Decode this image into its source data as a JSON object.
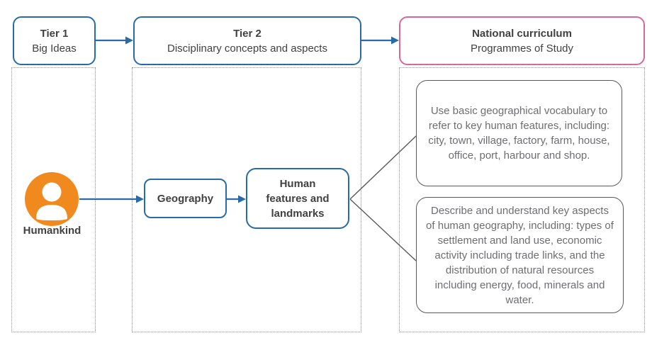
{
  "colors": {
    "blue": "#2a6ba6",
    "pink": "#d4699d",
    "orange": "#f0891e",
    "gray_border": "#58595b",
    "gray_text": "#6d6e71",
    "dark_text": "#414042"
  },
  "header": {
    "tier1": {
      "title": "Tier 1",
      "subtitle": "Big Ideas"
    },
    "tier2": {
      "title": "Tier 2",
      "subtitle": "Disciplinary concepts and aspects"
    },
    "national_curriculum": {
      "title": "National curriculum",
      "subtitle": "Programmes of Study"
    }
  },
  "big_idea": {
    "label": "Humankind",
    "icon": "person-icon"
  },
  "discipline": {
    "label": "Geography"
  },
  "concept": {
    "label": "Human features and landmarks"
  },
  "programmes": [
    {
      "text": "Use basic geographical vocabulary to refer to key human features, including: city, town, village, factory, farm, house, office, port, harbour and shop."
    },
    {
      "text": "Describe and understand key aspects of human geography, including: types of settlement and land use, economic activity including trade links, and the distribution of natural resources including energy, food, minerals and water."
    }
  ]
}
